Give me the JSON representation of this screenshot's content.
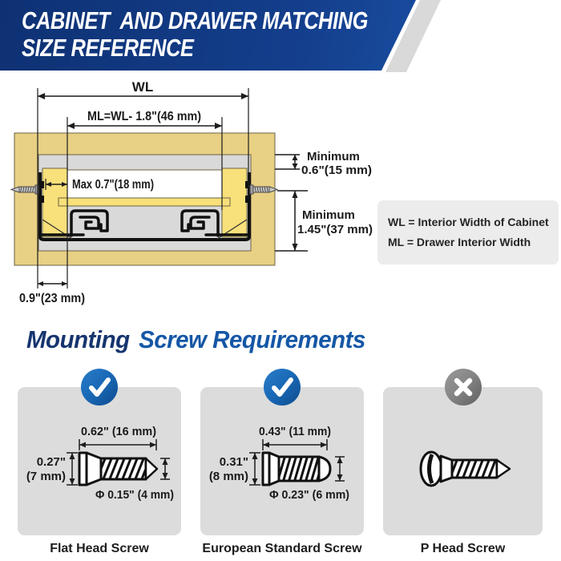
{
  "header": {
    "line1": "CABINET  AND DRAWER MATCHING",
    "line2": "SIZE REFERENCE"
  },
  "diagram": {
    "wl": "WL",
    "ml": "ML=WL- 1.8\"(46 mm)",
    "max": "Max 0.7\"(18 mm)",
    "min_top": {
      "line1": "Minimum",
      "line2": "0.6\"(15 mm)"
    },
    "min_side": {
      "line1": "Minimum",
      "line2": "1.45\"(37 mm)"
    },
    "bottom": "0.9\"(23 mm)",
    "legend": {
      "line1": "WL = Interior Width of Cabinet",
      "line2": "ML = Drawer Interior Width"
    }
  },
  "section": {
    "title_part1": "Mounting",
    "title_part2": "Screw Requirements"
  },
  "cards": [
    {
      "label": "Flat Head Screw",
      "badge": "check",
      "length": "0.62\" (16 mm)",
      "width_in": "0.27\"",
      "width_mm": "(7 mm)",
      "diameter": "Φ 0.15\" (4 mm)"
    },
    {
      "label": "European Standard Screw",
      "badge": "check",
      "length": "0.43\" (11 mm)",
      "width_in": "0.31\"",
      "width_mm": "(8 mm)",
      "diameter": "Φ 0.23\" (6 mm)"
    },
    {
      "label": "P Head Screw",
      "badge": "x"
    }
  ],
  "colors": {
    "banner_blue_dark": "#0e3173",
    "banner_blue_light": "#1e5cb4",
    "title_navy": "#16356f",
    "title_blue": "#1557a6",
    "cabinet_wood": "#e8d084",
    "drawer_yellow": "#f8e07a",
    "slide_gray": "#d9d9d9",
    "card_gray": "#dcdcdc",
    "badge_blue": "#1a6ab8",
    "badge_gray": "#868686"
  }
}
